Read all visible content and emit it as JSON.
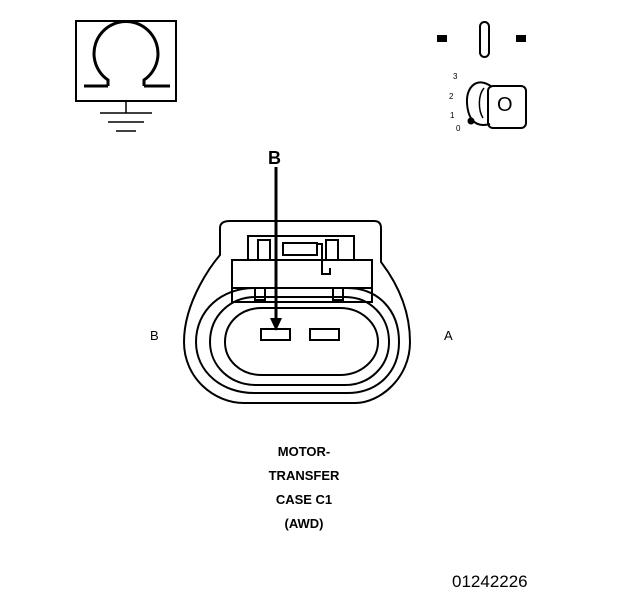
{
  "symbol": {
    "ohmmeter": "ohmmeter-ground-icon",
    "ignition": "ignition-key-icon"
  },
  "ignition": {
    "positions": [
      "3",
      "2",
      "1",
      "0"
    ],
    "key_letter": "O"
  },
  "callout": {
    "label": "B"
  },
  "connector": {
    "side_left": "B",
    "side_right": "A"
  },
  "caption": {
    "line1": "MOTOR-",
    "line2": "TRANSFER",
    "line3": "CASE C1",
    "line4": "(AWD)"
  },
  "figure_id": "01242226"
}
